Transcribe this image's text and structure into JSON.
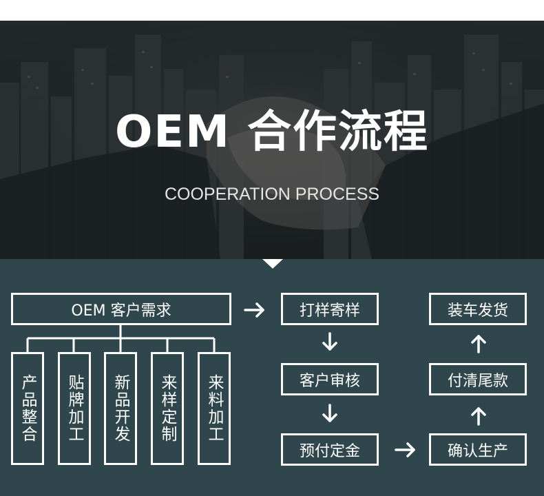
{
  "header": {
    "title": "OEM 合作流程",
    "subtitle": "COOPERATION PROCESS"
  },
  "colors": {
    "flow_background": "#2f474c",
    "hero_background": "#222729",
    "line": "#ffffff",
    "text": "#ffffff"
  },
  "process": {
    "customer_needs": "OEM 客户需求",
    "options": [
      "产品整合",
      "贴牌加工",
      "新品开发",
      "来样定制",
      "来料加工"
    ],
    "middle_column": [
      "打样寄样",
      "客户审核",
      "预付定金"
    ],
    "right_column": [
      "确认生产",
      "付清尾款",
      "装车发货"
    ]
  },
  "icons": {
    "arrow_right": "arrow-right-icon",
    "arrow_down": "arrow-down-icon",
    "arrow_up": "arrow-up-icon"
  }
}
